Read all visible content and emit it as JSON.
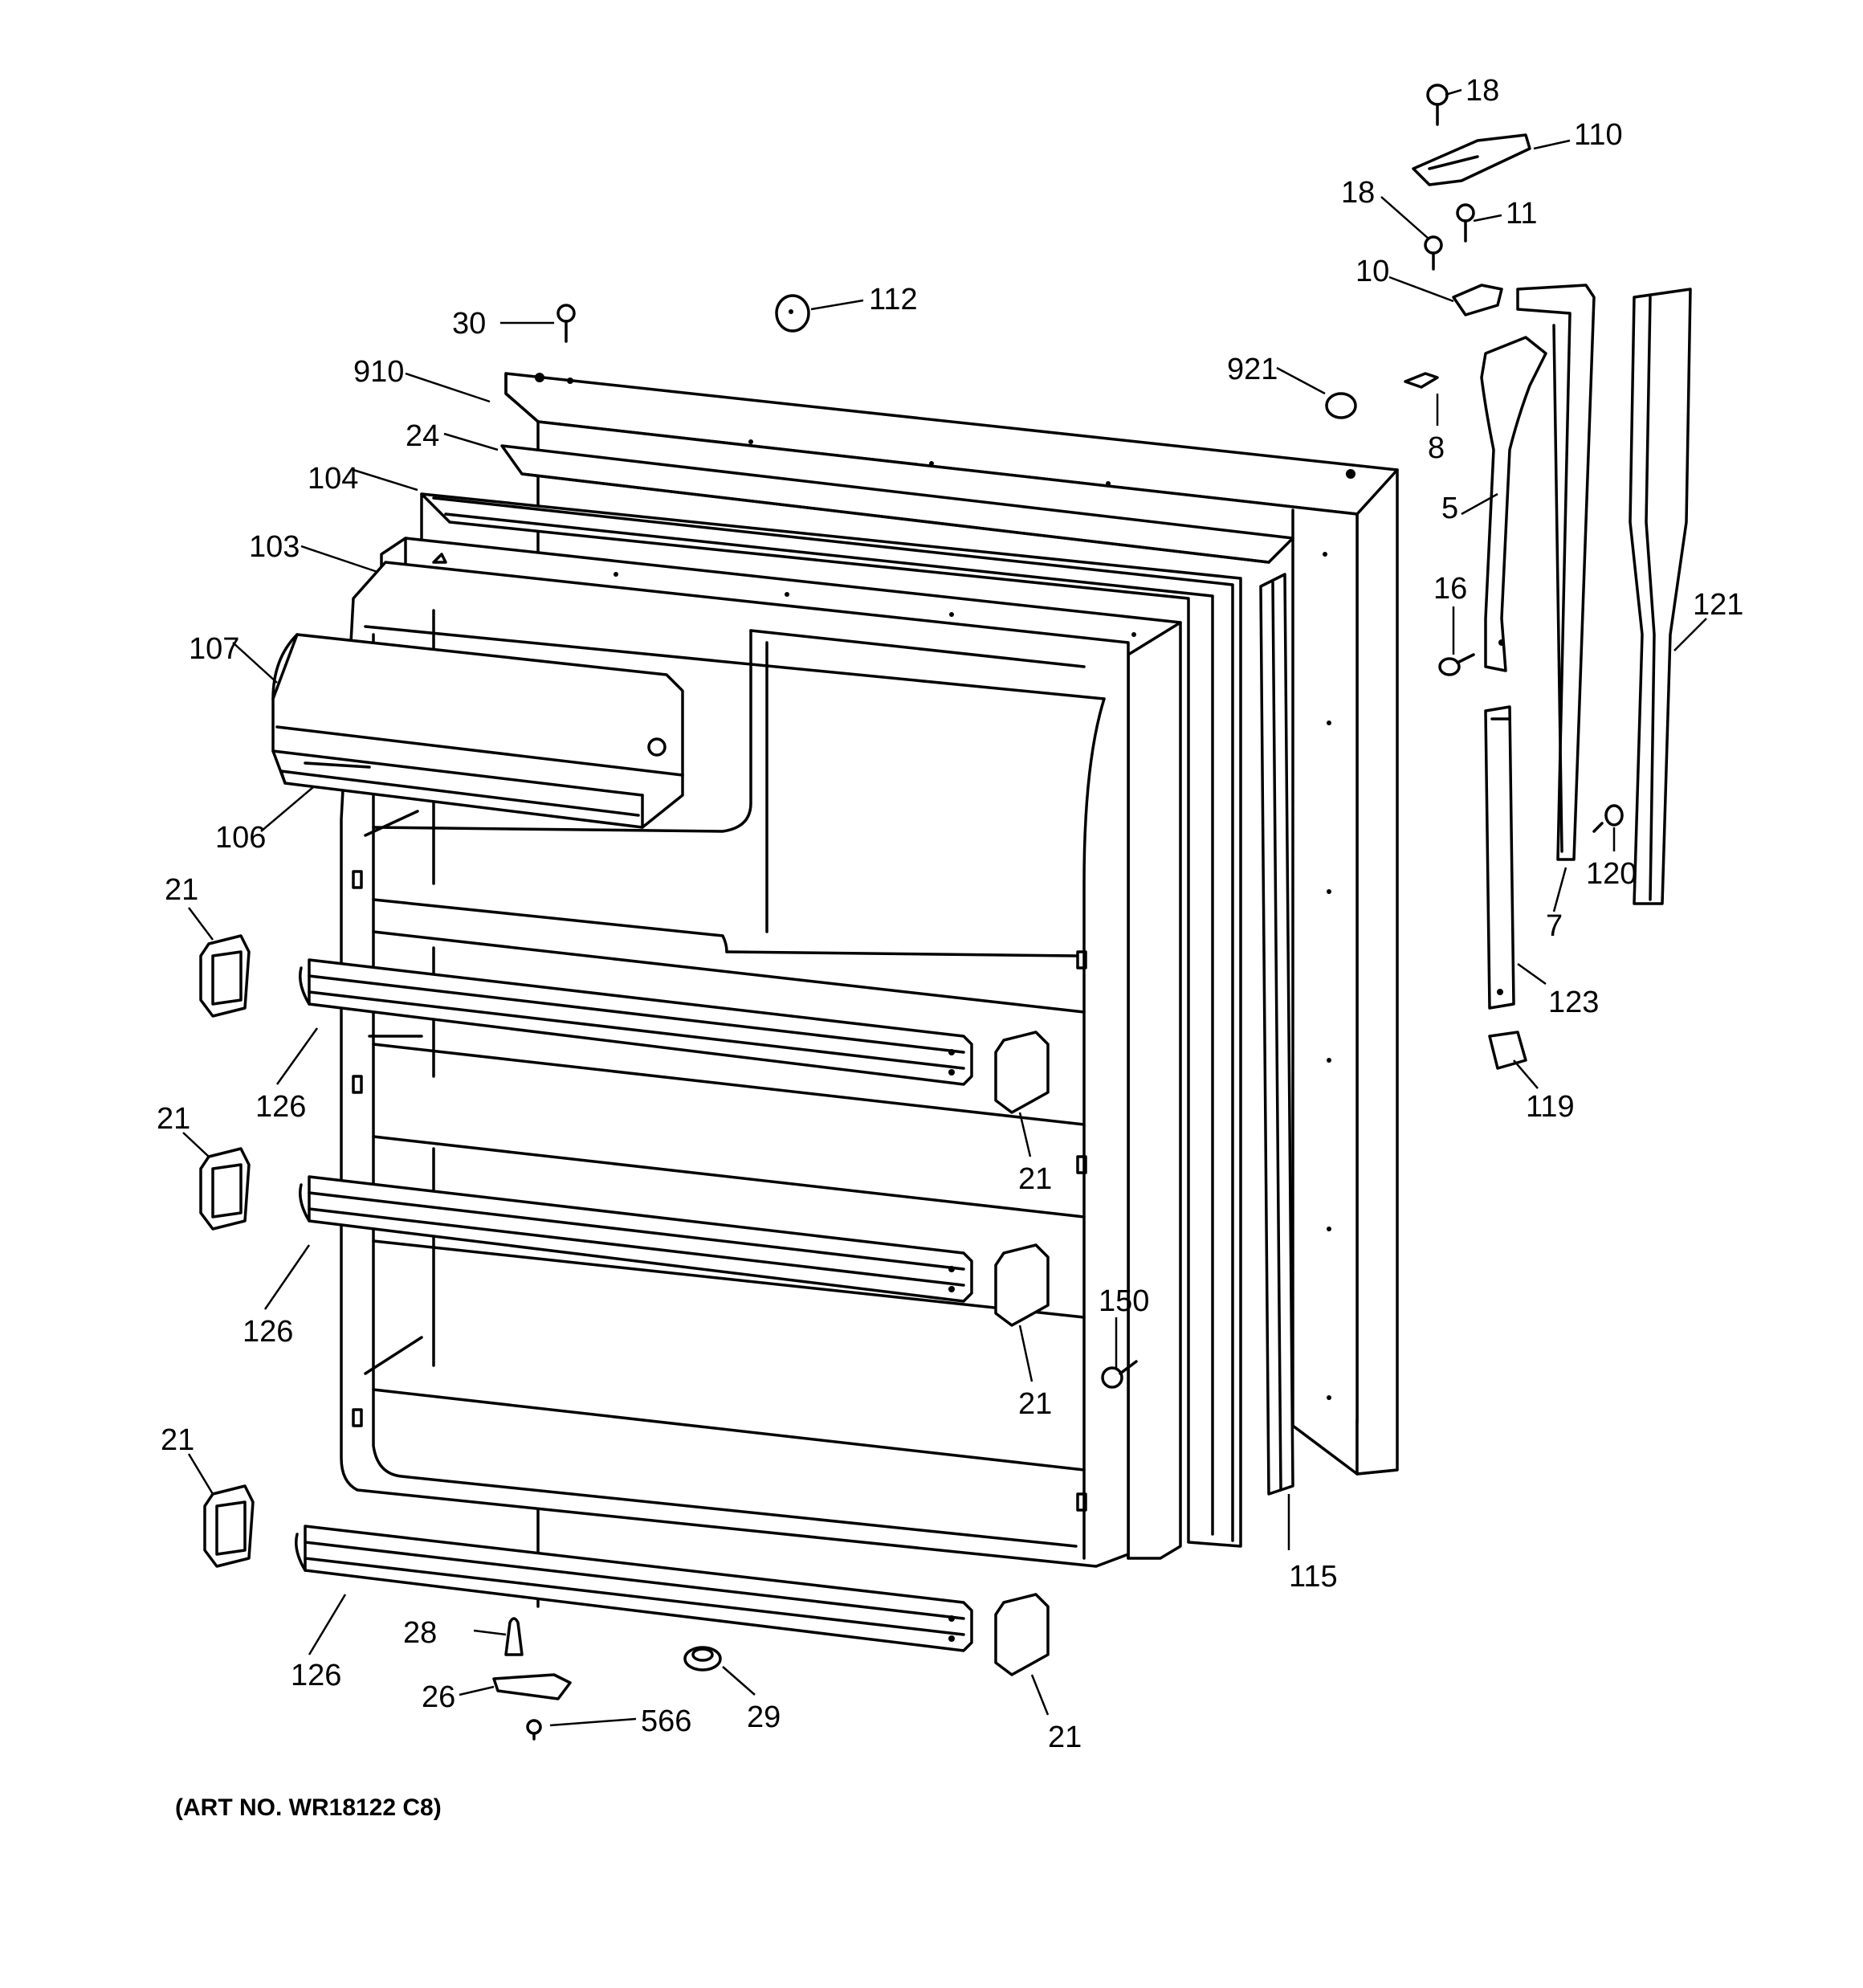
{
  "art_number": "(ART NO. WR18122 C8)",
  "callouts": {
    "c18a": "18",
    "c110": "110",
    "c18b": "18",
    "c11": "11",
    "c10": "10",
    "c30": "30",
    "c112": "112",
    "c921": "921",
    "c910": "910",
    "c8": "8",
    "c24": "24",
    "c104": "104",
    "c5": "5",
    "c103": "103",
    "c16": "16",
    "c121": "121",
    "c107": "107",
    "c106": "106",
    "c120": "120",
    "c7": "7",
    "c21a": "21",
    "c123": "123",
    "c126a": "126",
    "c119": "119",
    "c21b": "21",
    "c21c": "21",
    "c126b": "126",
    "c150": "150",
    "c21d": "21",
    "c21e": "21",
    "c115": "115",
    "c28": "28",
    "c126c": "126",
    "c26": "26",
    "c566": "566",
    "c29": "29",
    "c21f": "21"
  }
}
